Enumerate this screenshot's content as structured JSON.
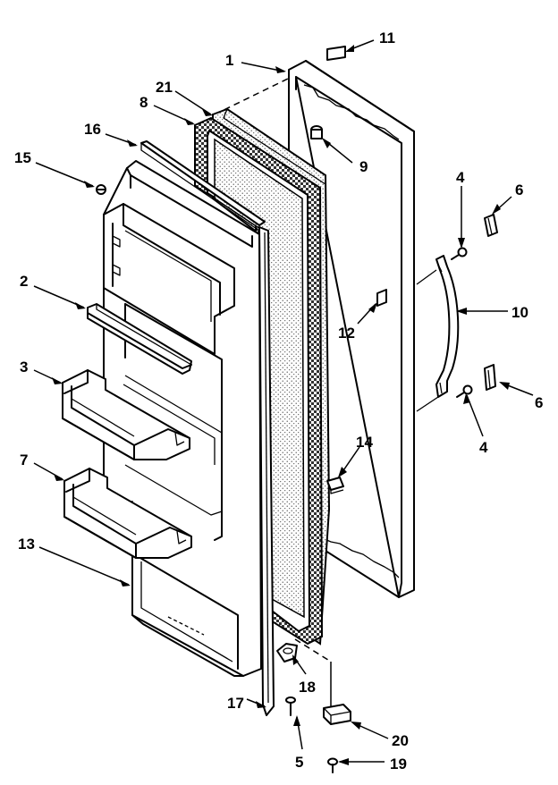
{
  "colors": {
    "line": "#000000",
    "background": "#ffffff",
    "insulation_dots": "#555555"
  },
  "callouts": [
    {
      "id": "11",
      "label": "11"
    },
    {
      "id": "1",
      "label": "1"
    },
    {
      "id": "21",
      "label": "21"
    },
    {
      "id": "8",
      "label": "8"
    },
    {
      "id": "16",
      "label": "16"
    },
    {
      "id": "15",
      "label": "15"
    },
    {
      "id": "9",
      "label": "9"
    },
    {
      "id": "4a",
      "label": "4"
    },
    {
      "id": "6a",
      "label": "6"
    },
    {
      "id": "2",
      "label": "2"
    },
    {
      "id": "10",
      "label": "10"
    },
    {
      "id": "12",
      "label": "12"
    },
    {
      "id": "3",
      "label": "3"
    },
    {
      "id": "6b",
      "label": "6"
    },
    {
      "id": "4b",
      "label": "4"
    },
    {
      "id": "14",
      "label": "14"
    },
    {
      "id": "7",
      "label": "7"
    },
    {
      "id": "13",
      "label": "13"
    },
    {
      "id": "18",
      "label": "18"
    },
    {
      "id": "17",
      "label": "17"
    },
    {
      "id": "20",
      "label": "20"
    },
    {
      "id": "5",
      "label": "5"
    },
    {
      "id": "19",
      "label": "19"
    }
  ]
}
